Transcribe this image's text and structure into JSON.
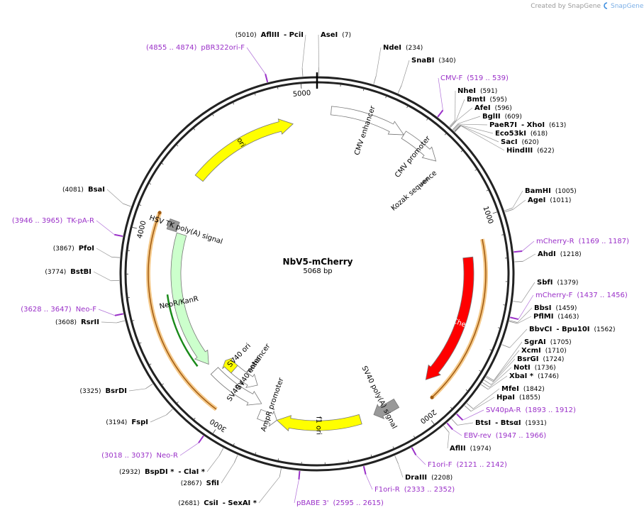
{
  "credit": "Created by SnapGene",
  "plasmid": {
    "name": "NbV5-mCherry",
    "length_text": "5068 bp",
    "length": 5068
  },
  "ruler": [
    {
      "label": "1000",
      "pos": 1000
    },
    {
      "label": "2000",
      "pos": 2000
    },
    {
      "label": "3000",
      "pos": 3000
    },
    {
      "label": "4000",
      "pos": 4000
    },
    {
      "label": "5000",
      "pos": 5000
    }
  ],
  "features": [
    {
      "name": "CMV enhancer",
      "start": 70,
      "end": 450,
      "color": "#ffffff"
    },
    {
      "name": "CMV promoter",
      "start": 450,
      "end": 655,
      "color": "#ffffff"
    },
    {
      "name": "Kozak sequence",
      "start": 690,
      "end": 700,
      "color": "#999999"
    },
    {
      "name": "mCherry",
      "start": 1180,
      "end": 1890,
      "color": "#ff0000"
    },
    {
      "name": "SV40 poly(A) signal",
      "start": 2090,
      "end": 2225,
      "color": "#999999"
    },
    {
      "name": "f1 ori",
      "start": 2300,
      "end": 2750,
      "color": "#ffff00"
    },
    {
      "name": "AmpR promoter",
      "start": 2750,
      "end": 2850,
      "color": "#ffffff"
    },
    {
      "name": "SV40 promoter",
      "start": 2860,
      "end": 3190,
      "color": "#ffffff"
    },
    {
      "name": "SV40 enhancer",
      "start": 2930,
      "end": 3110,
      "color": "#ffffff"
    },
    {
      "name": "SV40 ori",
      "start": 3110,
      "end": 3190,
      "color": "#ffff00"
    },
    {
      "name": "NeoR/KanR",
      "start": 3240,
      "end": 4030,
      "color": "#ccffcc"
    },
    {
      "name": "HSV TK poly(A) signal",
      "start": 4035,
      "end": 4090,
      "color": "#999999"
    },
    {
      "name": "ori",
      "start": 4350,
      "end": 4940,
      "color": "#ffff00"
    }
  ],
  "orfs": [
    {
      "start": 1100,
      "end": 1930
    },
    {
      "start": 3050,
      "end": 4100
    }
  ],
  "green_orf": {
    "start": 3270,
    "end": 3690
  },
  "sites": [
    {
      "parts": [
        {
          "t": "(5010)",
          "b": false
        },
        {
          "t": "AflIII",
          "b": true
        },
        {
          "t": "- PciI",
          "b": true
        }
      ],
      "kind": "site"
    },
    {
      "parts": [
        {
          "t": "AseI",
          "b": true
        },
        {
          "t": "(7)",
          "b": false
        }
      ],
      "kind": "site"
    },
    {
      "parts": [
        {
          "t": "NdeI",
          "b": true
        },
        {
          "t": "(234)",
          "b": false
        }
      ],
      "kind": "site"
    },
    {
      "parts": [
        {
          "t": "SnaBI",
          "b": true
        },
        {
          "t": "(340)",
          "b": false
        }
      ],
      "kind": "site"
    },
    {
      "parts": [
        {
          "t": "CMV-F",
          "b": false
        },
        {
          "t": "(519 .. 539)",
          "b": false
        }
      ],
      "kind": "primer"
    },
    {
      "parts": [
        {
          "t": "NheI",
          "b": true
        },
        {
          "t": "(591)",
          "b": false
        }
      ],
      "kind": "site"
    },
    {
      "parts": [
        {
          "t": "BmtI",
          "b": true
        },
        {
          "t": "(595)",
          "b": false
        }
      ],
      "kind": "site"
    },
    {
      "parts": [
        {
          "t": "AfeI",
          "b": true
        },
        {
          "t": "(596)",
          "b": false
        }
      ],
      "kind": "site"
    },
    {
      "parts": [
        {
          "t": "BglII",
          "b": true
        },
        {
          "t": "(609)",
          "b": false
        }
      ],
      "kind": "site"
    },
    {
      "parts": [
        {
          "t": "PaeR7I",
          "b": true
        },
        {
          "t": "- XhoI",
          "b": true
        },
        {
          "t": "(613)",
          "b": false
        }
      ],
      "kind": "site"
    },
    {
      "parts": [
        {
          "t": "Eco53kI",
          "b": true
        },
        {
          "t": "(618)",
          "b": false
        }
      ],
      "kind": "site"
    },
    {
      "parts": [
        {
          "t": "SacI",
          "b": true
        },
        {
          "t": "(620)",
          "b": false
        }
      ],
      "kind": "site"
    },
    {
      "parts": [
        {
          "t": "HindIII",
          "b": true
        },
        {
          "t": "(622)",
          "b": false
        }
      ],
      "kind": "site"
    },
    {
      "parts": [
        {
          "t": "BamHI",
          "b": true
        },
        {
          "t": "(1005)",
          "b": false
        }
      ],
      "kind": "site"
    },
    {
      "parts": [
        {
          "t": "AgeI",
          "b": true
        },
        {
          "t": "(1011)",
          "b": false
        }
      ],
      "kind": "site"
    },
    {
      "parts": [
        {
          "t": "mCherry-R",
          "b": false
        },
        {
          "t": "(1169 .. 1187)",
          "b": false
        }
      ],
      "kind": "primer"
    },
    {
      "parts": [
        {
          "t": "AhdI",
          "b": true
        },
        {
          "t": "(1218)",
          "b": false
        }
      ],
      "kind": "site"
    },
    {
      "parts": [
        {
          "t": "SbfI",
          "b": true
        },
        {
          "t": "(1379)",
          "b": false
        }
      ],
      "kind": "site"
    },
    {
      "parts": [
        {
          "t": "mCherry-F",
          "b": false
        },
        {
          "t": "(1437 .. 1456)",
          "b": false
        }
      ],
      "kind": "primer"
    },
    {
      "parts": [
        {
          "t": "BbsI",
          "b": true
        },
        {
          "t": "(1459)",
          "b": false
        }
      ],
      "kind": "site"
    },
    {
      "parts": [
        {
          "t": "PflMI",
          "b": true
        },
        {
          "t": "(1463)",
          "b": false
        }
      ],
      "kind": "site"
    },
    {
      "parts": [
        {
          "t": "BbvCI",
          "b": true
        },
        {
          "t": "- Bpu10I",
          "b": true
        },
        {
          "t": "(1562)",
          "b": false
        }
      ],
      "kind": "site"
    },
    {
      "parts": [
        {
          "t": "SgrAI",
          "b": true
        },
        {
          "t": "(1705)",
          "b": false
        }
      ],
      "kind": "site"
    },
    {
      "parts": [
        {
          "t": "XcmI",
          "b": true
        },
        {
          "t": "(1710)",
          "b": false
        }
      ],
      "kind": "site"
    },
    {
      "parts": [
        {
          "t": "BsrGI",
          "b": true
        },
        {
          "t": "(1724)",
          "b": false
        }
      ],
      "kind": "site"
    },
    {
      "parts": [
        {
          "t": "NotI",
          "b": true
        },
        {
          "t": "(1736)",
          "b": false
        }
      ],
      "kind": "site"
    },
    {
      "parts": [
        {
          "t": "XbaI *",
          "b": true
        },
        {
          "t": "(1746)",
          "b": false
        }
      ],
      "kind": "site"
    },
    {
      "parts": [
        {
          "t": "MfeI",
          "b": true
        },
        {
          "t": "(1842)",
          "b": false
        }
      ],
      "kind": "site"
    },
    {
      "parts": [
        {
          "t": "HpaI",
          "b": true
        },
        {
          "t": "(1855)",
          "b": false
        }
      ],
      "kind": "site"
    },
    {
      "parts": [
        {
          "t": "SV40pA-R",
          "b": false
        },
        {
          "t": "(1893 .. 1912)",
          "b": false
        }
      ],
      "kind": "primer"
    },
    {
      "parts": [
        {
          "t": "BtsI",
          "b": true
        },
        {
          "t": "- BtsαI",
          "b": true
        },
        {
          "t": "(1931)",
          "b": false
        }
      ],
      "kind": "site"
    },
    {
      "parts": [
        {
          "t": "EBV-rev",
          "b": false
        },
        {
          "t": "(1947 .. 1966)",
          "b": false
        }
      ],
      "kind": "primer"
    },
    {
      "parts": [
        {
          "t": "AflII",
          "b": true
        },
        {
          "t": "(1974)",
          "b": false
        }
      ],
      "kind": "site"
    },
    {
      "parts": [
        {
          "t": "F1ori-F",
          "b": false
        },
        {
          "t": "(2121 .. 2142)",
          "b": false
        }
      ],
      "kind": "primer"
    },
    {
      "parts": [
        {
          "t": "DraIII",
          "b": true
        },
        {
          "t": "(2208)",
          "b": false
        }
      ],
      "kind": "site"
    },
    {
      "parts": [
        {
          "t": "F1ori-R",
          "b": false
        },
        {
          "t": "(2333 .. 2352)",
          "b": false
        }
      ],
      "kind": "primer"
    },
    {
      "parts": [
        {
          "t": "pBABE 3'",
          "b": false
        },
        {
          "t": "(2595 .. 2615)",
          "b": false
        }
      ],
      "kind": "primer"
    },
    {
      "parts": [
        {
          "t": "(2681)",
          "b": false
        },
        {
          "t": "CsiI",
          "b": true
        },
        {
          "t": "- SexAI *",
          "b": true
        }
      ],
      "kind": "site"
    },
    {
      "parts": [
        {
          "t": "(2867)",
          "b": false
        },
        {
          "t": "SfiI",
          "b": true
        }
      ],
      "kind": "site"
    },
    {
      "parts": [
        {
          "t": "(2932)",
          "b": false
        },
        {
          "t": "BspDI *",
          "b": true
        },
        {
          "t": "- ClaI *",
          "b": true
        }
      ],
      "kind": "site"
    },
    {
      "parts": [
        {
          "t": "(3018 .. 3037)",
          "b": false
        },
        {
          "t": "Neo-R",
          "b": false
        }
      ],
      "kind": "primer"
    },
    {
      "parts": [
        {
          "t": "(3194)",
          "b": false
        },
        {
          "t": "FspI",
          "b": true
        }
      ],
      "kind": "site"
    },
    {
      "parts": [
        {
          "t": "(3325)",
          "b": false
        },
        {
          "t": "BsrDI",
          "b": true
        }
      ],
      "kind": "site"
    },
    {
      "parts": [
        {
          "t": "(3608)",
          "b": false
        },
        {
          "t": "RsrII",
          "b": true
        }
      ],
      "kind": "site"
    },
    {
      "parts": [
        {
          "t": "(3628 .. 3647)",
          "b": false
        },
        {
          "t": "Neo-F",
          "b": false
        }
      ],
      "kind": "primer"
    },
    {
      "parts": [
        {
          "t": "(3774)",
          "b": false
        },
        {
          "t": "BstBI",
          "b": true
        }
      ],
      "kind": "site"
    },
    {
      "parts": [
        {
          "t": "(3867)",
          "b": false
        },
        {
          "t": "PfoI",
          "b": true
        }
      ],
      "kind": "site"
    },
    {
      "parts": [
        {
          "t": "(3946 .. 3965)",
          "b": false
        },
        {
          "t": "TK-pA-R",
          "b": false
        }
      ],
      "kind": "primer"
    },
    {
      "parts": [
        {
          "t": "(4081)",
          "b": false
        },
        {
          "t": "BsaI",
          "b": true
        }
      ],
      "kind": "site"
    },
    {
      "parts": [
        {
          "t": "(4855 .. 4874)",
          "b": false
        },
        {
          "t": "pBR322ori-F",
          "b": false
        }
      ],
      "kind": "primer"
    }
  ]
}
